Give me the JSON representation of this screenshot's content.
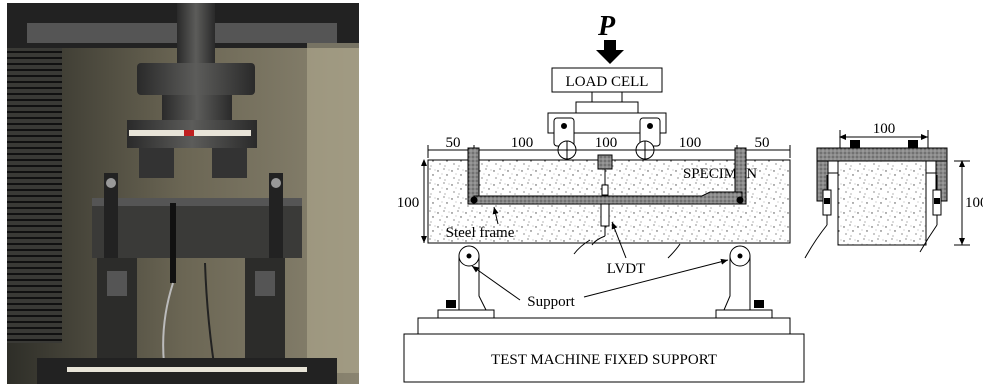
{
  "photo": {
    "alt": "Photograph of the specimen mounted in the test machine with steel frame, supports and LVDT"
  },
  "diagram": {
    "load_symbol": "P",
    "load_cell": "LOAD CELL",
    "dim_top_left": "50",
    "dim_top_1": "100",
    "dim_top_2": "100",
    "dim_top_3": "100",
    "dim_top_right": "50",
    "dim_height_left": "100",
    "specimen": "SPECIMEN",
    "steel_frame": "Steel frame",
    "lvdt": "LVDT",
    "support": "Support",
    "fixed_support": "TEST MACHINE FIXED SUPPORT",
    "section_dim_top": "100",
    "section_dim_right": "100"
  },
  "colors": {
    "frame_fill": "#8a8a8a",
    "concrete_fill": "#ffffff",
    "photo_bg": "#4b4a40"
  }
}
